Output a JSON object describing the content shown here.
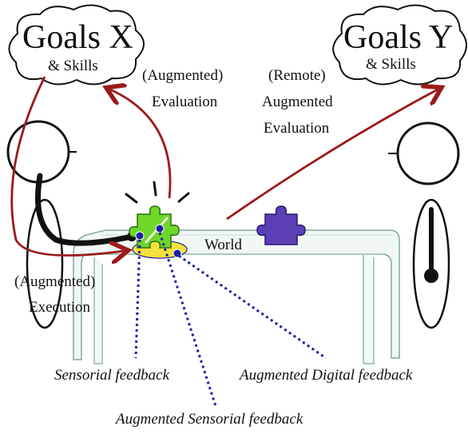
{
  "cloud_left": {
    "title": "Goals X",
    "subtitle": "& Skills"
  },
  "cloud_right": {
    "title": "Goals Y",
    "subtitle": "& Skills"
  },
  "labels": {
    "augmented_evaluation_1": "(Augmented)",
    "augmented_evaluation_2": "Evaluation",
    "remote_evaluation_1": "(Remote)",
    "remote_evaluation_2": "Augmented",
    "remote_evaluation_3": "Evaluation",
    "augmented_execution_1": "(Augmented)",
    "augmented_execution_2": "Execution",
    "world": "World"
  },
  "feedback": {
    "sensorial": "Sensorial feedback",
    "augmented_digital": "Augmented Digital feedback",
    "augmented_sensorial": "Augmented Sensorial feedback"
  },
  "colors": {
    "arrow": "#9b1a1a",
    "dots": "#1b1fa0",
    "puzzle_green": "#6fd62a",
    "puzzle_purple": "#5b3fb5",
    "yellow_pad": "#f4e13a",
    "table_edge": "#6f9a8f"
  }
}
